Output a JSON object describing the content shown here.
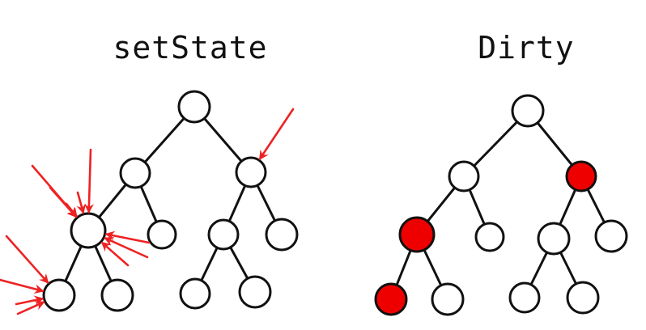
{
  "colors": {
    "ink": "#111111",
    "node_fill": "#ffffff",
    "dirty_fill": "#ee0000",
    "arrow": "#ee2222"
  },
  "panels": [
    {
      "title": "setState",
      "dirty_nodes": [],
      "arrow_targets": [
        "n2",
        "n3",
        "n7"
      ]
    },
    {
      "title": "Dirty",
      "dirty_nodes": [
        "n2",
        "n3",
        "n7"
      ],
      "arrow_targets": []
    }
  ],
  "tree": {
    "nodes": [
      "n0",
      "n1",
      "n2",
      "n3",
      "n4",
      "n5",
      "n6",
      "n7",
      "n8",
      "n9",
      "n10",
      "n11",
      "n12"
    ],
    "edges": [
      [
        "n0",
        "n1"
      ],
      [
        "n0",
        "n2"
      ],
      [
        "n1",
        "n3"
      ],
      [
        "n1",
        "n4"
      ],
      [
        "n2",
        "n5"
      ],
      [
        "n2",
        "n6"
      ],
      [
        "n3",
        "n7"
      ],
      [
        "n3",
        "n8"
      ],
      [
        "n5",
        "n9"
      ],
      [
        "n5",
        "n10"
      ]
    ]
  }
}
